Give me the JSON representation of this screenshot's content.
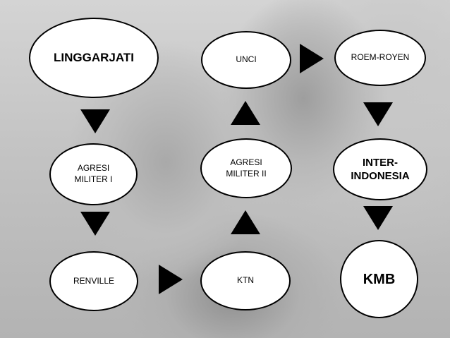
{
  "nodes": {
    "linggarjati": "LINGGARJATI",
    "agresi_militer_1": "AGRESI\nMILITER  I",
    "renville": "RENVILLE",
    "unci": "UNCI",
    "agresi_militer_2": "AGRESI\nMILITER II",
    "ktn": "KTN",
    "roem_royen": "ROEM-ROYEN",
    "inter_indonesia": "INTER-\nINDONESIA",
    "kmb": "KMB"
  }
}
